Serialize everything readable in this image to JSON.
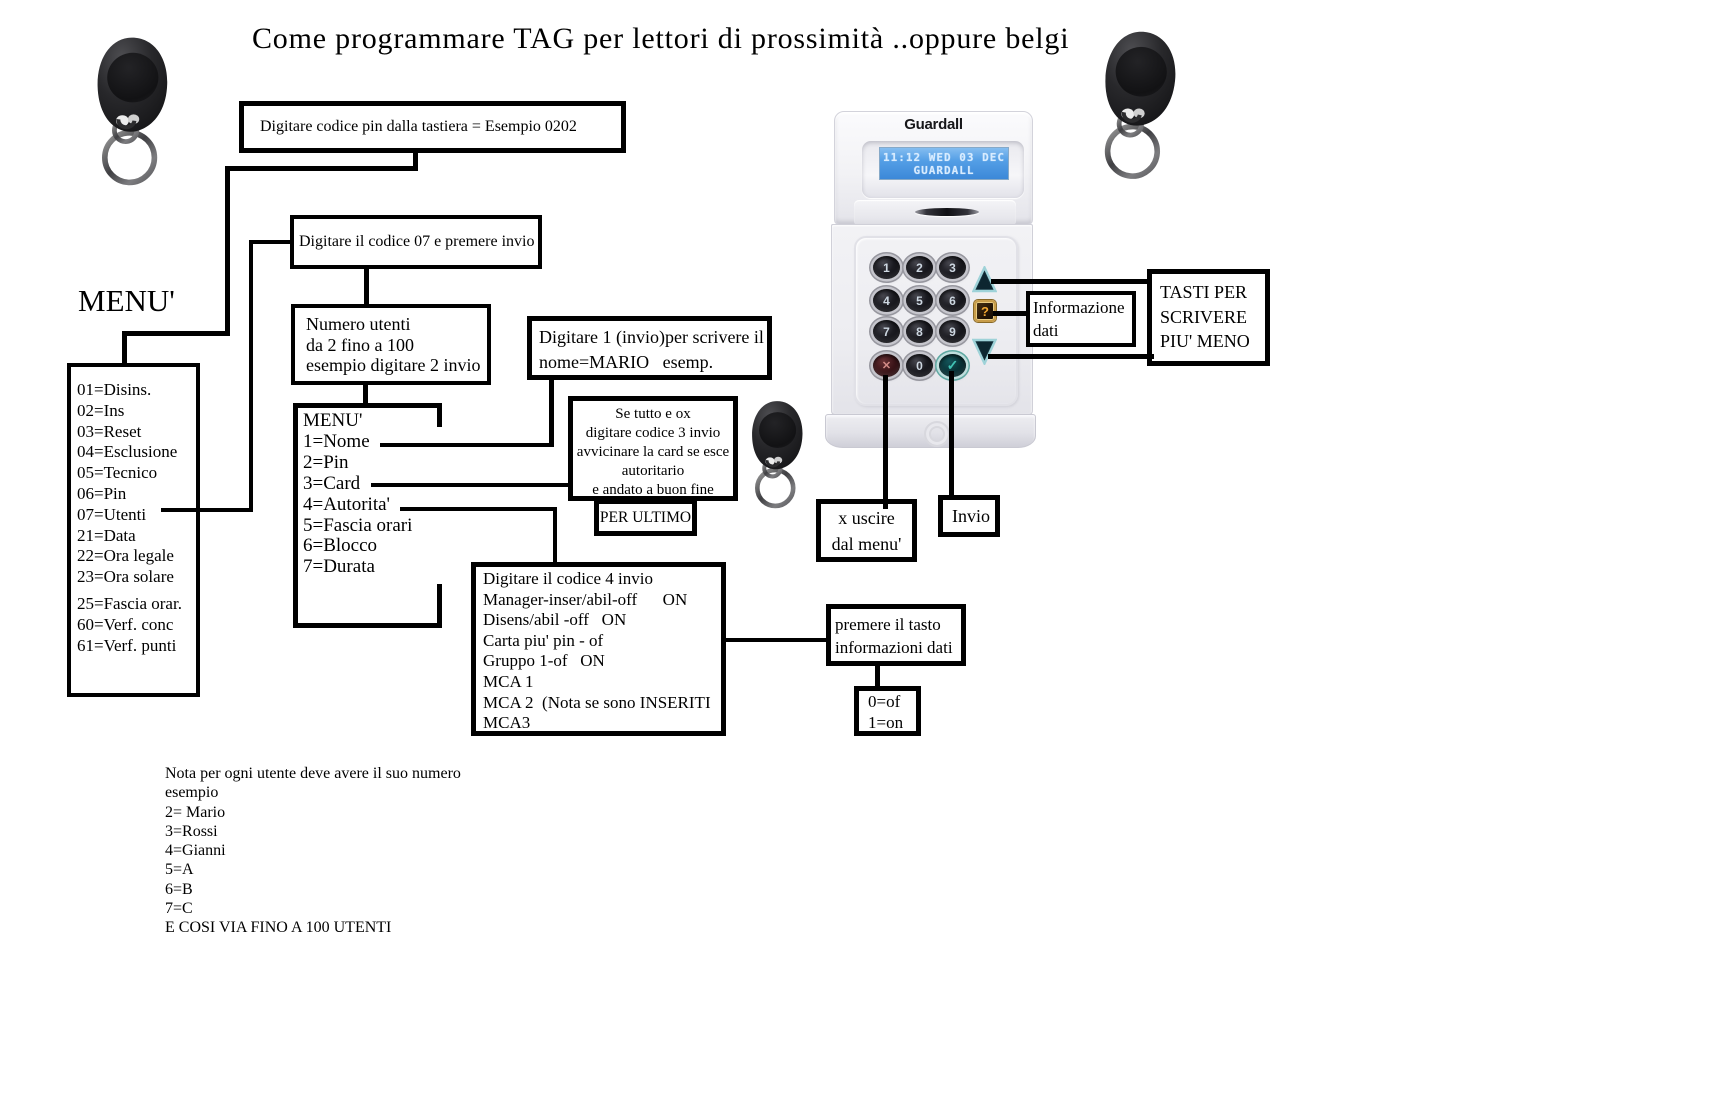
{
  "title": "Come programmare TAG per lettori di prossimità ..oppure belgi",
  "menu_heading": "MENU'",
  "boxes": {
    "pin": {
      "text": "Digitare codice pin dalla tastiera = Esempio 0202"
    },
    "codice07": {
      "text": "Digitare il codice 07 e premere invio"
    },
    "numero_utenti": {
      "lines": [
        "Numero utenti",
        "da 2 fino a 100",
        "esempio digitare 2 invio"
      ]
    },
    "menu_codes": {
      "group1": [
        "01=Disins.",
        "02=Ins",
        "03=Reset",
        "04=Esclusione",
        "05=Tecnico",
        "06=Pin",
        "07=Utenti",
        "21=Data",
        "22=Ora legale",
        "23=Ora solare"
      ],
      "group2": [
        "25=Fascia orar.",
        "60=Verf. conc",
        "61=Verf. punti"
      ]
    },
    "menu7": {
      "lines": [
        "MENU'",
        "1=Nome",
        "2=Pin",
        "3=Card",
        "4=Autorita'",
        "5=Fascia orari",
        "6=Blocco",
        "7=Durata"
      ]
    },
    "mario": {
      "lines": [
        "Digitare 1 (invio)per scrivere il",
        "nome=MARIO   esemp."
      ]
    },
    "se_tutto": {
      "lines": [
        "Se tutto e ox",
        "digitare codice 3 invio",
        "avvicinare la card se esce",
        "autoritario",
        "e andato a buon fine"
      ]
    },
    "per_ultimo": {
      "text": "PER ULTIMO"
    },
    "codice4": {
      "lines": [
        "Digitare il codice 4 invio",
        "Manager-inser/abil-off      ON",
        "Disens/abil -off   ON",
        "Carta piu' pin - of",
        "Gruppo 1-of   ON",
        "MCA 1",
        "MCA 2  (Nota se sono INSERITI",
        "MCA3"
      ]
    },
    "premere": {
      "lines": [
        "premere il tasto",
        "informazioni dati"
      ]
    },
    "onoff": {
      "lines": [
        "0=of",
        "1=on"
      ]
    },
    "x_uscire": {
      "lines": [
        "x uscire",
        "dal menu'"
      ]
    },
    "invio": {
      "text": "Invio"
    },
    "informazione": {
      "lines": [
        "Informazione",
        "dati"
      ]
    },
    "tasti": {
      "lines": [
        "TASTI PER",
        "SCRIVERE",
        "PIU' MENO"
      ]
    }
  },
  "note": {
    "lines": [
      "Nota per ogni utente deve avere il suo numero",
      "esempio",
      "2= Mario",
      "3=Rossi",
      "4=Gianni",
      "5=A",
      "6=B",
      "7=C",
      "E COSI VIA FINO A 100 UTENTI"
    ]
  },
  "keypad": {
    "brand": "Guardall",
    "lcd_line1": "11:12 WED 03 DEC",
    "lcd_line2": "GUARDALL",
    "keys": [
      "1",
      "2",
      "3",
      "4",
      "5",
      "6",
      "7",
      "8",
      "9"
    ],
    "key_zero": "0",
    "key_cancel": "✕",
    "key_ok": "✓",
    "key_help": "?",
    "colors": {
      "lcd_bg": "#4d9ce4",
      "lcd_text": "#d8ecff",
      "help_gold": "#c89d4a",
      "cancel_red": "#3a1418",
      "ok_teal": "#093236"
    }
  }
}
